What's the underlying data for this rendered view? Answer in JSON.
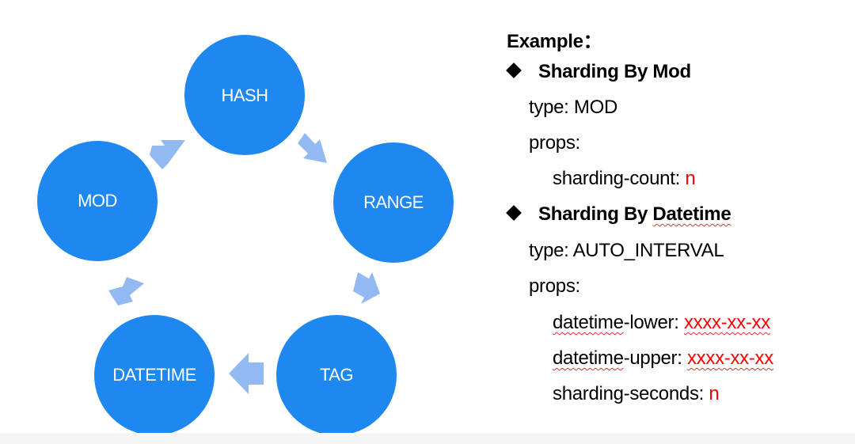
{
  "diagram": {
    "nodes": [
      {
        "id": "hash",
        "label": "HASH"
      },
      {
        "id": "range",
        "label": "RANGE"
      },
      {
        "id": "tag",
        "label": "TAG"
      },
      {
        "id": "datetime",
        "label": "DATETIME"
      },
      {
        "id": "mod",
        "label": "MOD"
      }
    ],
    "edges": [
      {
        "from": "hash",
        "to": "range"
      },
      {
        "from": "range",
        "to": "tag"
      },
      {
        "from": "tag",
        "to": "datetime"
      },
      {
        "from": "datetime",
        "to": "mod"
      },
      {
        "from": "mod",
        "to": "hash"
      }
    ],
    "colors": {
      "node": "#1e87f0",
      "arrow": "#92b9f2"
    }
  },
  "example": {
    "heading": "Example：",
    "sections": [
      {
        "title_prefix": "Sharding By ",
        "title_keyword": "Mod",
        "type_line": "type: MOD",
        "props_label": "props:",
        "props": [
          {
            "key": "sharding-count: ",
            "value": "n"
          }
        ]
      },
      {
        "title_prefix": "Sharding By ",
        "title_keyword": "Datetime",
        "type_line": "type: AUTO_INTERVAL",
        "props_label": "props:",
        "props": [
          {
            "key_word": "datetime",
            "key_rest": "-lower: ",
            "value": "xxxx-xx-xx"
          },
          {
            "key_word": "datetime",
            "key_rest": "-upper: ",
            "value": "xxxx-xx-xx"
          },
          {
            "key": "sharding-seconds: ",
            "value": "n"
          }
        ]
      }
    ],
    "value_color": "#ff0000"
  }
}
